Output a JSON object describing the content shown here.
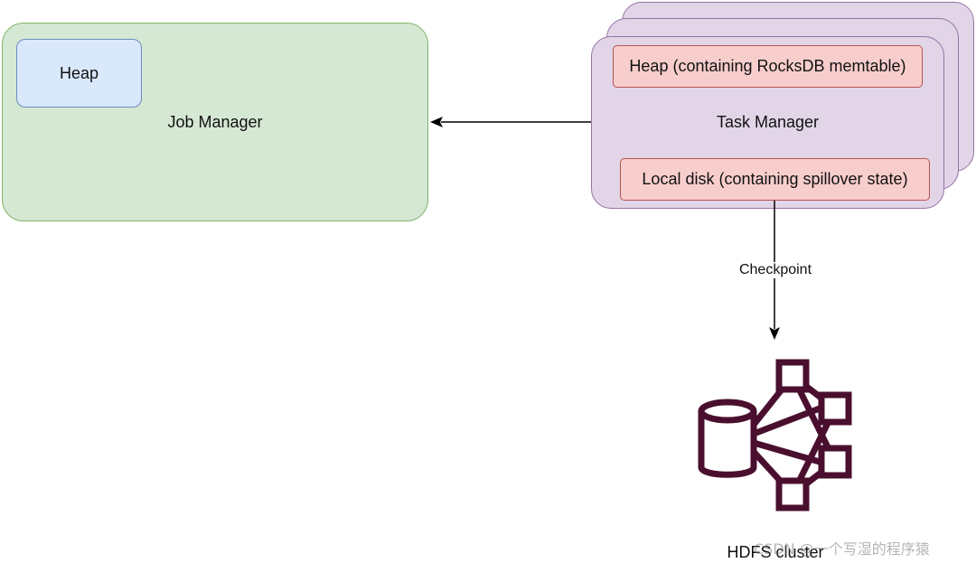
{
  "job_manager": {
    "label": "Job Manager",
    "heap_label": "Heap",
    "fill": "#d5e8d4",
    "stroke": "#82b366",
    "heap_fill": "#dae8fc",
    "heap_stroke": "#6c8ebf"
  },
  "task_manager": {
    "label": "Task Manager",
    "heap_label": "Heap (containing RocksDB memtable)",
    "disk_label": "Local disk (containing spillover state)",
    "fill": "#e1d5e7",
    "stroke": "#9673a6",
    "inner_fill": "#f8cecc",
    "inner_stroke": "#b85450"
  },
  "edges": {
    "checkpoint_label": "Checkpoint"
  },
  "hdfs": {
    "label": "HDFS cluster",
    "icon": "hdfs-cluster-icon",
    "icon_color": "#4a0f2e"
  },
  "watermark": "CSDN @一个写湿的程序猿"
}
